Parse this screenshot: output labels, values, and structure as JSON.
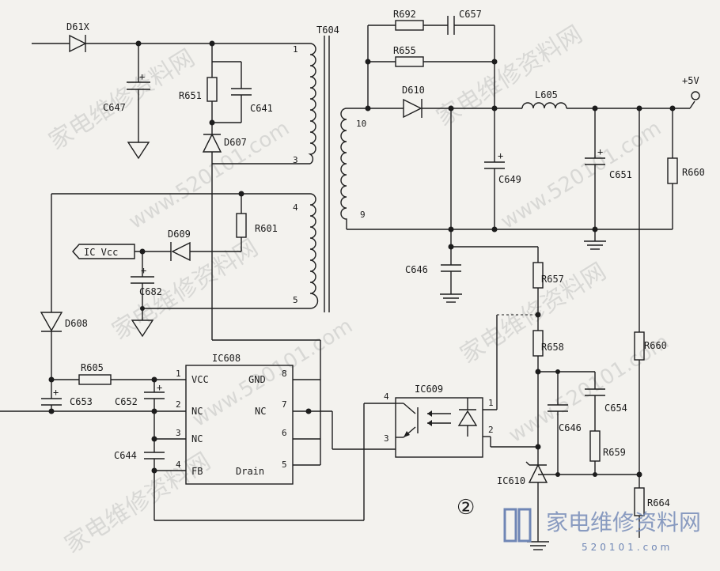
{
  "components": {
    "D61X": "D61X",
    "C647": "C647",
    "R651": "R651",
    "C641": "C641",
    "D607": "D607",
    "T604": "T604",
    "R601": "R601",
    "D609": "D609",
    "IC_Vcc": "IC Vcc",
    "C682": "C682",
    "D608": "D608",
    "R605": "R605",
    "C653": "C653",
    "C652": "C652",
    "C644": "C644",
    "IC608": "IC608",
    "R692": "R692",
    "C657": "C657",
    "R655": "R655",
    "D610": "D610",
    "L605": "L605",
    "plus5v": "+5V",
    "C649": "C649",
    "C651": "C651",
    "R660a": "R660",
    "C646a": "C646",
    "R657": "R657",
    "R658": "R658",
    "R660b": "R660",
    "IC609": "IC609",
    "C646b": "C646",
    "C654": "C654",
    "R659": "R659",
    "IC610": "IC610",
    "R664": "R664",
    "circled2": "②"
  },
  "transformer_pins": [
    "1",
    "3",
    "4",
    "5",
    "10",
    "9"
  ],
  "ic608": {
    "left_pins": [
      {
        "num": "1",
        "name": "VCC"
      },
      {
        "num": "2",
        "name": "NC"
      },
      {
        "num": "3",
        "name": "NC"
      },
      {
        "num": "4",
        "name": "FB"
      }
    ],
    "right_pins": [
      {
        "num": "8",
        "name": "GND"
      },
      {
        "num": "7",
        "name": "NC"
      },
      {
        "num": "6",
        "name": ""
      },
      {
        "num": "5",
        "name": "Drain"
      }
    ]
  },
  "ic609_pins": [
    "4",
    "3",
    "1",
    "2"
  ],
  "watermarks": {
    "diag_text": "家电维修资料网",
    "url": "www.520101.com",
    "logo_text": "家电维修资料网",
    "logo_url": "520101.com"
  },
  "colors": {
    "ink": "#1d1d1d",
    "paper": "#f3f2ee",
    "watermark": "#b9b9b9"
  }
}
